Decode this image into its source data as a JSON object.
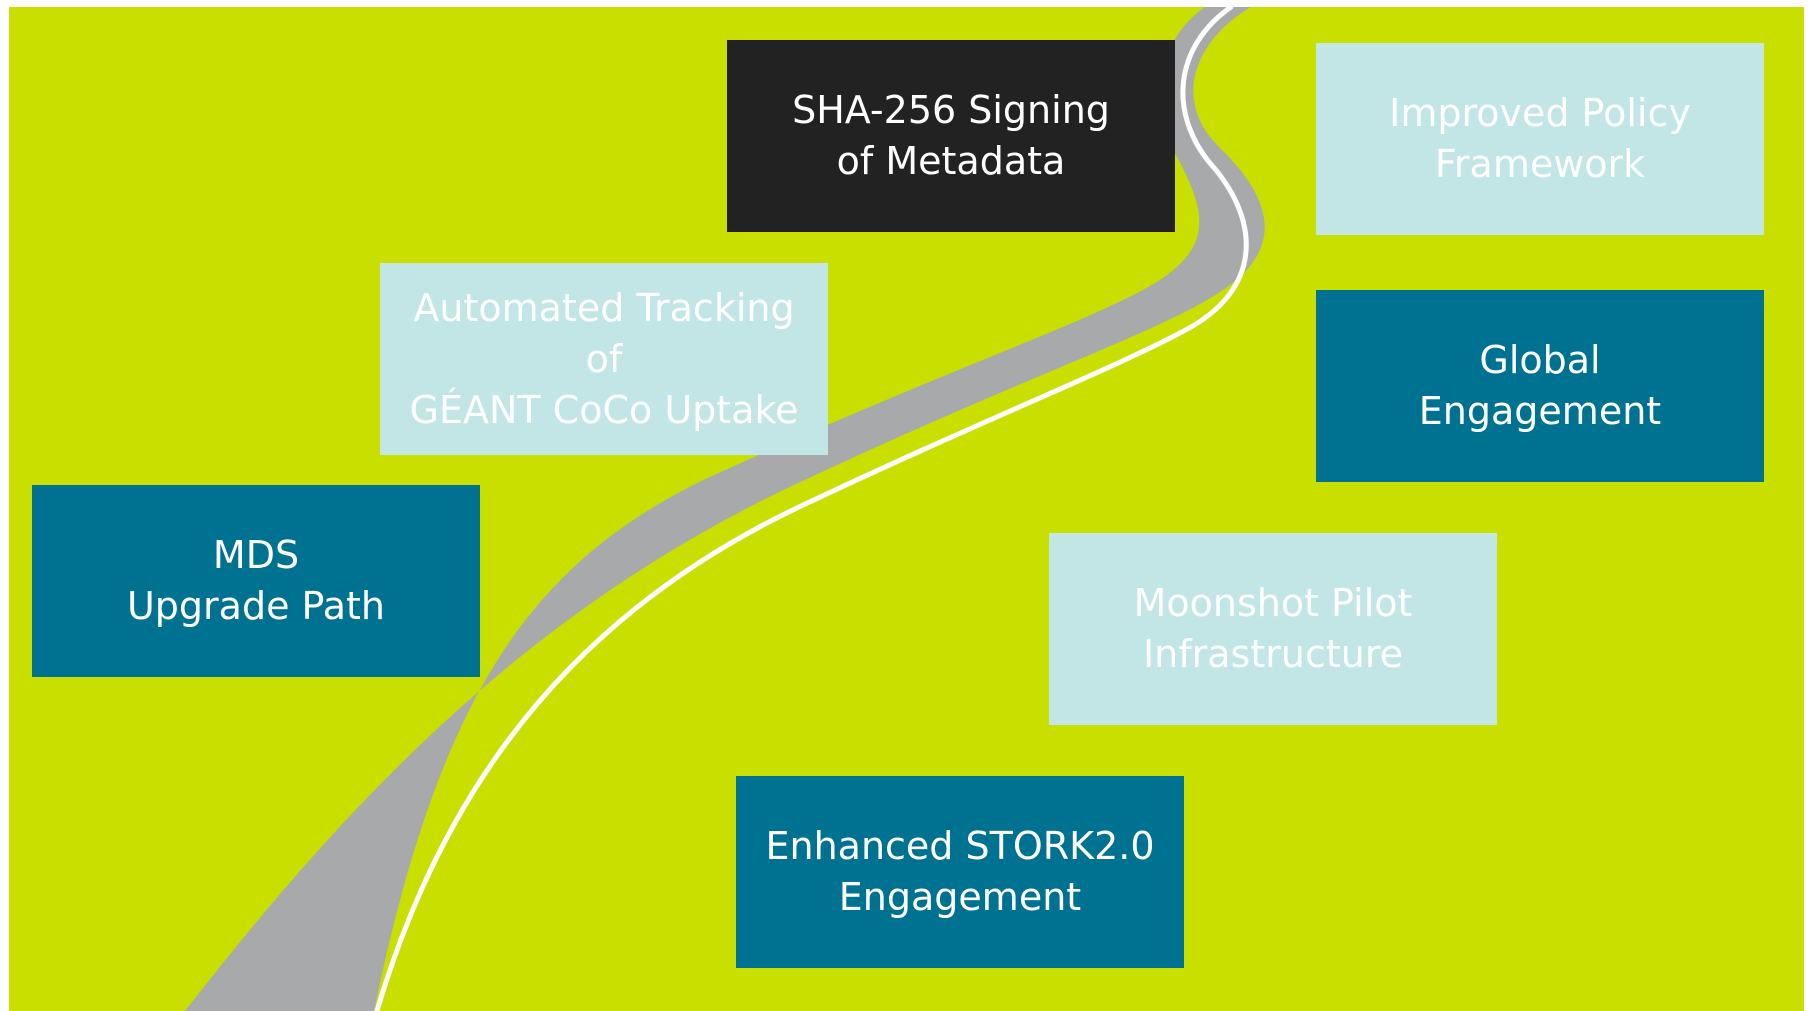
{
  "slide": {
    "colors": {
      "background": "#c9df00",
      "road": "#a8a9ab",
      "road_line": "#ffffff",
      "dark_box": "#222222",
      "teal_box": "#007291",
      "pale_box": "#c2e5e6"
    },
    "milestones": [
      {
        "id": "sha256",
        "label": "SHA-256 Signing\nof Metadata",
        "style": "dark"
      },
      {
        "id": "policy",
        "label": "Improved Policy\nFramework",
        "style": "pale"
      },
      {
        "id": "tracking",
        "label": "Automated Tracking of\nGÉANT CoCo Uptake",
        "style": "pale"
      },
      {
        "id": "global",
        "label": "Global\nEngagement",
        "style": "teal"
      },
      {
        "id": "mds",
        "label": "MDS\nUpgrade Path",
        "style": "teal"
      },
      {
        "id": "moonshot",
        "label": "Moonshot Pilot\nInfrastructure",
        "style": "pale"
      },
      {
        "id": "stork",
        "label": "Enhanced STORK2.0\nEngagement",
        "style": "teal"
      }
    ]
  }
}
